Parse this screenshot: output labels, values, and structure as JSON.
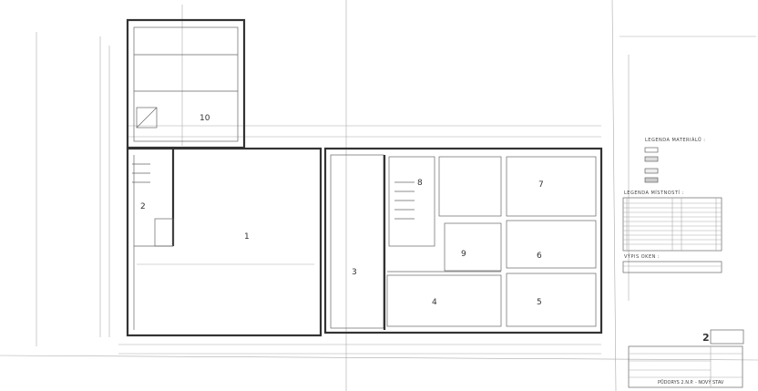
{
  "plan": {
    "rooms": [
      "1",
      "2",
      "3",
      "4",
      "5",
      "6",
      "7",
      "8",
      "9",
      "10"
    ]
  },
  "legend_materials": {
    "title": "LEGENDA MATERIÁLŮ :"
  },
  "legend_rooms": {
    "title": "LEGENDA MÍSTNOSTÍ :"
  },
  "windows": {
    "title": "VÝPIS OKEN :"
  },
  "title_block": {
    "sheet_number": "2",
    "drawing_title": "PŮDORYS 2.N.P. - NOVÝ STAV"
  }
}
